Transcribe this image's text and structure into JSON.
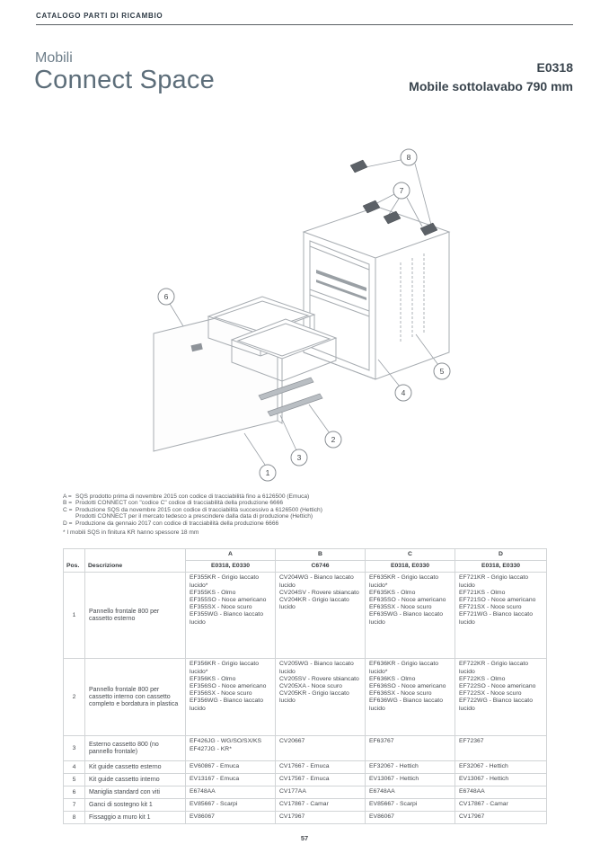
{
  "page": {
    "catalog_title": "CATALOGO PARTI DI RICAMBIO",
    "page_number": "57"
  },
  "header": {
    "category": "Mobili",
    "title": "Connect Space",
    "code": "E0318",
    "subtitle": "Mobile sottolavabo 790 mm"
  },
  "diagram": {
    "callouts": [
      "1",
      "2",
      "3",
      "4",
      "5",
      "6",
      "7",
      "8"
    ]
  },
  "footnotes": {
    "items": [
      {
        "label": "A =",
        "text": "SQS prodotto prima di novembre 2015 con codice di tracciabilità fino a 6126500 (Emuca)"
      },
      {
        "label": "B =",
        "text": "Prodotti CONNECT con \"codice C\" codice di tracciabilità della produzione 6666"
      },
      {
        "label": "C =",
        "text": "Produzione SQS da novembre 2015 con codice di tracciabilità successivo a 6126500 (Hettich)\nProdotti CONNECT per il mercato tedesco a prescindere dalla data di produzione (Hettich)"
      },
      {
        "label": "D =",
        "text": "Produzione da gennaio 2017 con codice di tracciabilità della produzione 6666"
      }
    ],
    "asterisk_note": "* I mobili SQS in finitura KR hanno spessore 18 mm"
  },
  "table": {
    "headers": {
      "pos": "Pos.",
      "desc": "Descrizione",
      "col_a": "A",
      "col_b": "B",
      "col_c": "C",
      "col_d": "D",
      "sub_a": "E0318, E0330",
      "sub_b": "C6746",
      "sub_c": "E0318, E0330",
      "sub_d": "E0318, E0330"
    },
    "rows": [
      {
        "pos": "1",
        "desc": "Pannello frontale 800 per cassetto esterno",
        "a": "EF355KR - Grigio laccato lucido*\nEF355KS - Olmo\nEF355SO - Noce americano\nEF355SX - Noce scuro\nEF355WG - Bianco laccato lucido",
        "b": "CV204WG - Bianco laccato lucido\nCV204SV - Rovere sbiancato\nCV204KR - Grigio laccato lucido",
        "c": "EF635KR - Grigio laccato lucido*\nEF635KS - Olmo\nEF635SO - Noce americano\nEF635SX - Noce scuro\nEF635WG - Bianco laccato lucido",
        "d": "EF721KR - Grigio laccato lucido\nEF721KS - Olmo\nEF721SO - Noce americano\nEF721SX - Noce scuro\nEF721WG - Bianco laccato lucido"
      },
      {
        "pos": "2",
        "desc": "Pannello frontale 800 per cassetto interno con cassetto completo e bordatura in plastica",
        "a": "EF356KR - Grigio laccato lucido*\nEF356KS - Olmo\nEF356SO - Noce americano\nEF356SX - Noce scuro\nEF356WG - Bianco laccato lucido",
        "b": "CV205WG - Bianco laccato lucido\nCV205SV - Rovere sbiancato\nCV205XA - Noce scuro\nCV205KR - Grigio laccato lucido",
        "c": "EF636KR - Grigio laccato lucido*\nEF636KS - Olmo\nEF636SO - Noce americano\nEF636SX - Noce scuro\nEF636WG - Bianco laccato lucido",
        "d": "EF722KR - Grigio laccato lucido\nEF722KS - Olmo\nEF722SO - Noce americano\nEF722SX - Noce scuro\nEF722WG - Bianco laccato lucido"
      },
      {
        "pos": "3",
        "desc": "Esterno cassetto 800 (no pannello frontale)",
        "a": "EF426JG - WG/SO/SX/KS\nEF427JG - KR*",
        "b": "CV20667",
        "c": "EF63767",
        "d": "EF72367"
      },
      {
        "pos": "4",
        "desc": "Kit guide cassetto esterno",
        "a": "EV60867 - Emuca",
        "b": "CV17667 - Emuca",
        "c": "EF32067 - Hettich",
        "d": "EF32067 - Hettich"
      },
      {
        "pos": "5",
        "desc": "Kit guide cassetto interno",
        "a": "EV13167 - Emuca",
        "b": "CV17567 - Emuca",
        "c": "EV13067 - Hettich",
        "d": "EV13067 - Hettich"
      },
      {
        "pos": "6",
        "desc": "Maniglia standard con viti",
        "a": "E6748AA",
        "b": "CV177AA",
        "c": "E6748AA",
        "d": "E6748AA"
      },
      {
        "pos": "7",
        "desc": "Ganci di sostegno kit 1",
        "a": "EV85667 - Scarpi",
        "b": "CV17867 - Camar",
        "c": "EV85667 - Scarpi",
        "d": "CV17867 - Camar"
      },
      {
        "pos": "8",
        "desc": "Fissaggio a muro kit 1",
        "a": "EV86067",
        "b": "CV17967",
        "c": "EV86067",
        "d": "CV17967"
      }
    ]
  }
}
